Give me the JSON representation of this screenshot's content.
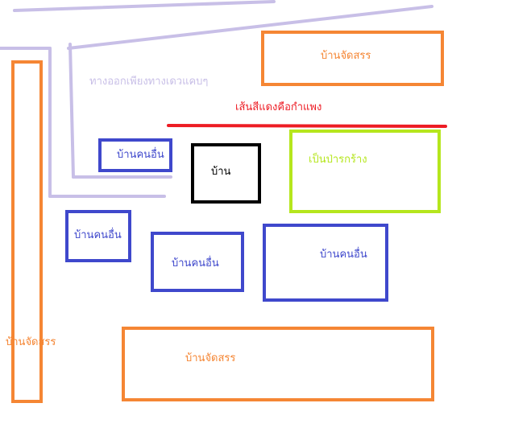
{
  "labels": {
    "path": "ทางออกเพียงทางเดวแคบๆ",
    "wall_note": "เส้นสีแดงคือกำแพง",
    "vacant": "เป็นป่ารกร้าง",
    "home": "บ้าน",
    "estate_top": "บ้านจัดสรร",
    "estate_left": "บ้านจัดสรร",
    "estate_bottom": "บ้านจัดสรร",
    "other_house_1": "บ้านคนอื่น",
    "other_house_2": "บ้านคนอื่น",
    "other_house_3": "บ้านคนอื่น",
    "other_house_4": "บ้านคนอื่น"
  },
  "colors": {
    "estate": "#f58634",
    "other_house": "#3f48cc",
    "home": "#000000",
    "vacant": "#b5e61d",
    "wall": "#ed1c24",
    "path": "#c8bfe7"
  }
}
